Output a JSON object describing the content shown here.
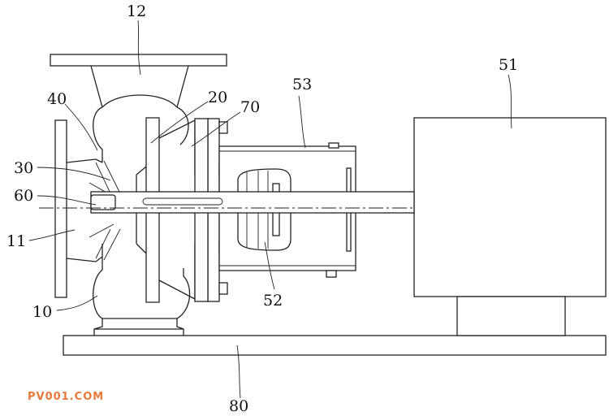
{
  "labels": {
    "l12": "12",
    "l40": "40",
    "l20": "20",
    "l70": "70",
    "l53": "53",
    "l51": "51",
    "l30": "30",
    "l60": "60",
    "l11": "11",
    "l10": "10",
    "l52": "52",
    "l80": "80"
  },
  "watermark": "PV001.COM",
  "colors": {
    "line": "#222222",
    "watermark": "#e8793a",
    "background": "#ffffff"
  }
}
